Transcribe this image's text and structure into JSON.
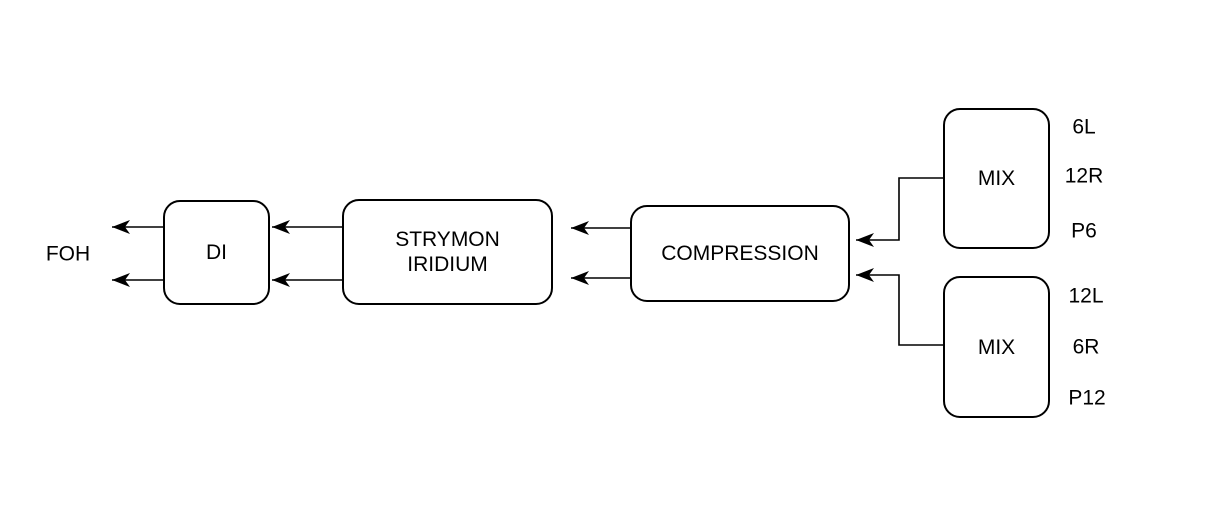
{
  "colors": {
    "stroke": "#000000",
    "node_fill": "#ffffff",
    "background": "#ffffff"
  },
  "diagram": {
    "labels": {
      "foh": "FOH"
    },
    "nodes": {
      "di": {
        "label": "DI"
      },
      "strymon": {
        "label_line1": "STRYMON",
        "label_line2": "IRIDIUM"
      },
      "compression": {
        "label": "COMPRESSION"
      },
      "mix_top": {
        "label": "MIX",
        "ports": [
          "6L",
          "12R",
          "P6"
        ]
      },
      "mix_bottom": {
        "label": "MIX",
        "ports": [
          "12L",
          "6R",
          "P12"
        ]
      }
    }
  }
}
